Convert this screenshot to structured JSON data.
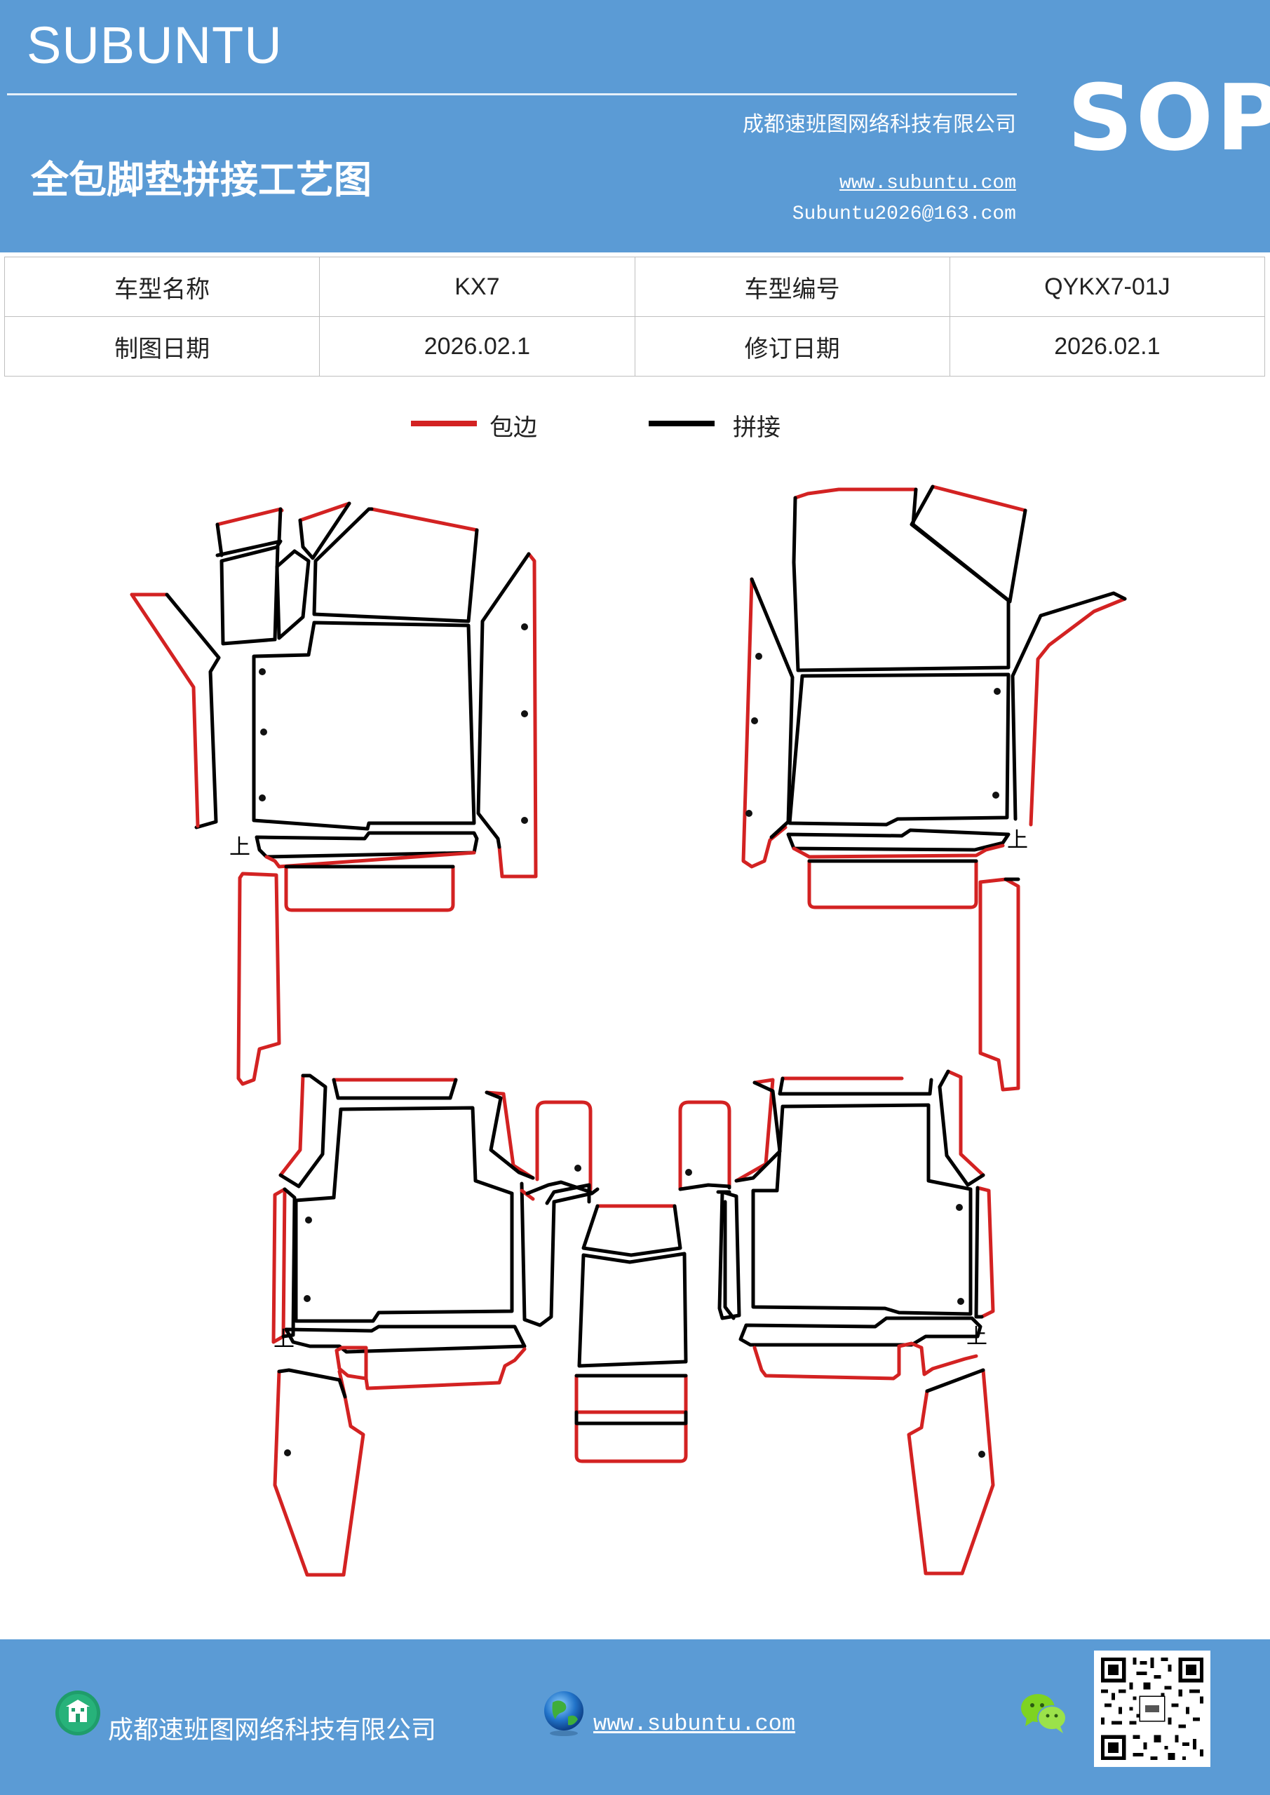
{
  "header": {
    "brand": "SUBUNTU",
    "title": "全包脚垫拼接工艺图",
    "company": "成都速班图网络科技有限公司",
    "website": "www.subuntu.com",
    "email": "Subuntu2026@163.com",
    "badge": "SOP",
    "background_color": "#5b9bd5"
  },
  "info_table": {
    "rows": [
      {
        "label1": "车型名称",
        "value1": "KX7",
        "label2": "车型编号",
        "value2": "QYKX7-01J"
      },
      {
        "label1": "制图日期",
        "value1": "2026.02.1",
        "label2": "修订日期",
        "value2": "2026.02.1"
      }
    ]
  },
  "legend": [
    {
      "label": "包边",
      "color": "#d32222"
    },
    {
      "label": "拼接",
      "color": "#000000"
    }
  ],
  "diagram": {
    "up_marker": "上"
  },
  "footer": {
    "company": "成都速班图网络科技有限公司",
    "website": "www.subuntu.com",
    "icons": [
      "building-icon",
      "globe-icon",
      "wechat-icon",
      "qr-code"
    ]
  }
}
